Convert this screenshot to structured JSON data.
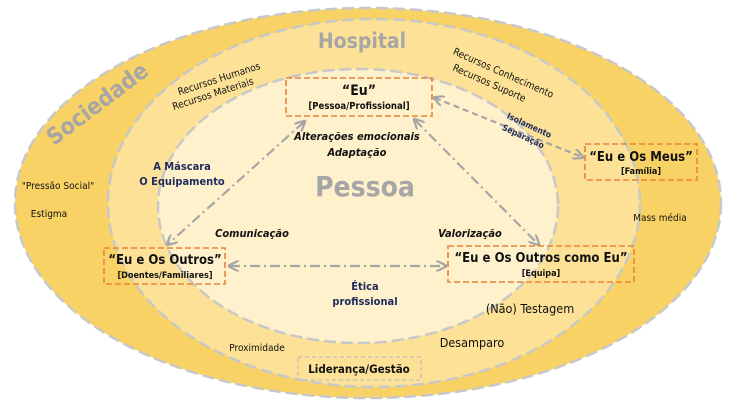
{
  "rings": {
    "society": {
      "label": "Sociedade",
      "color": "#F8D264"
    },
    "hospital": {
      "label": "Hospital",
      "color": "#FCE196"
    },
    "person": {
      "label": "Pessoa",
      "color": "#FEF1CB"
    }
  },
  "hospital_resources_left": [
    "Recursos Humanos",
    "Recursos Materiais"
  ],
  "hospital_resources_right": [
    "Recursos Conhecimento",
    "Recursos Suporte"
  ],
  "society_factors": {
    "pressure": "\"Pressão Social\"",
    "stigma": "Estigma",
    "media": "Mass média"
  },
  "nodes": {
    "self": {
      "title": "“Eu”",
      "subtitle": "[Pessoa/Profissional]"
    },
    "family": {
      "title": "“Eu e Os Meus”",
      "subtitle": "[Família]"
    },
    "others": {
      "title": "“Eu e Os Outros”",
      "subtitle": "[Doentes/Familiares]"
    },
    "team": {
      "title": "“Eu e Os Outros como Eu”",
      "subtitle": "[Equipa]"
    },
    "leadership": {
      "title": "Liderança/Gestão"
    }
  },
  "relations": {
    "self_inner": [
      "Alterações emocionais",
      "Adaptação"
    ],
    "mask": [
      "A Máscara",
      "O Equipamento"
    ],
    "isolation": [
      "Isolamento",
      "Separação"
    ],
    "communication": "Comunicação",
    "valorization": "Valorização",
    "ethics": [
      "Ética",
      "profissional"
    ]
  },
  "hospital_factors": {
    "testing": "(Não) Testagem",
    "proximity": "Proximidade",
    "helplessness": "Desamparo"
  },
  "connector_color": "#A6A6A6",
  "box_color": "#E8843A"
}
